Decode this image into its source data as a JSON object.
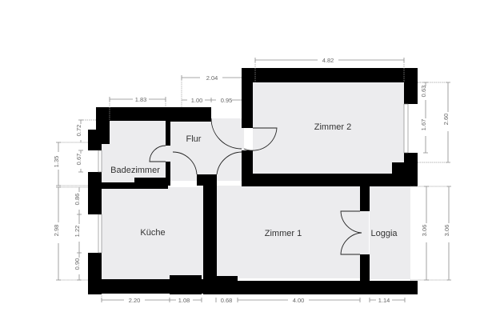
{
  "floorplan": {
    "rooms": [
      {
        "id": "badezimmer",
        "label": "Badezimmer"
      },
      {
        "id": "flur",
        "label": "Flur"
      },
      {
        "id": "zimmer2",
        "label": "Zimmer 2"
      },
      {
        "id": "kueche",
        "label": "Küche"
      },
      {
        "id": "zimmer1",
        "label": "Zimmer 1"
      },
      {
        "id": "loggia",
        "label": "Loggia"
      }
    ],
    "dimensions": {
      "top": {
        "bad_width": "1.83",
        "flur_total": "2.04",
        "flur_a": "1.00",
        "flur_b": "0.95",
        "zimmer2_width": "4.82"
      },
      "left": {
        "bad_total": "1.35",
        "bad_upper": "0.72",
        "bad_window": "0.67",
        "kueche_total": "2.98",
        "kueche_upper": "0.86",
        "kueche_window": "1.22",
        "kueche_lower": "0.90"
      },
      "right": {
        "zimmer2_upper": "0.63",
        "zimmer2_window": "1.67",
        "zimmer2_total": "2.60",
        "loggia_inner": "3.06",
        "loggia_outer": "3.06"
      },
      "bottom": {
        "kueche_a": "2.20",
        "kueche_b": "1.08",
        "wall": "0.68",
        "zimmer1": "4.00",
        "loggia": "1.14"
      }
    }
  }
}
